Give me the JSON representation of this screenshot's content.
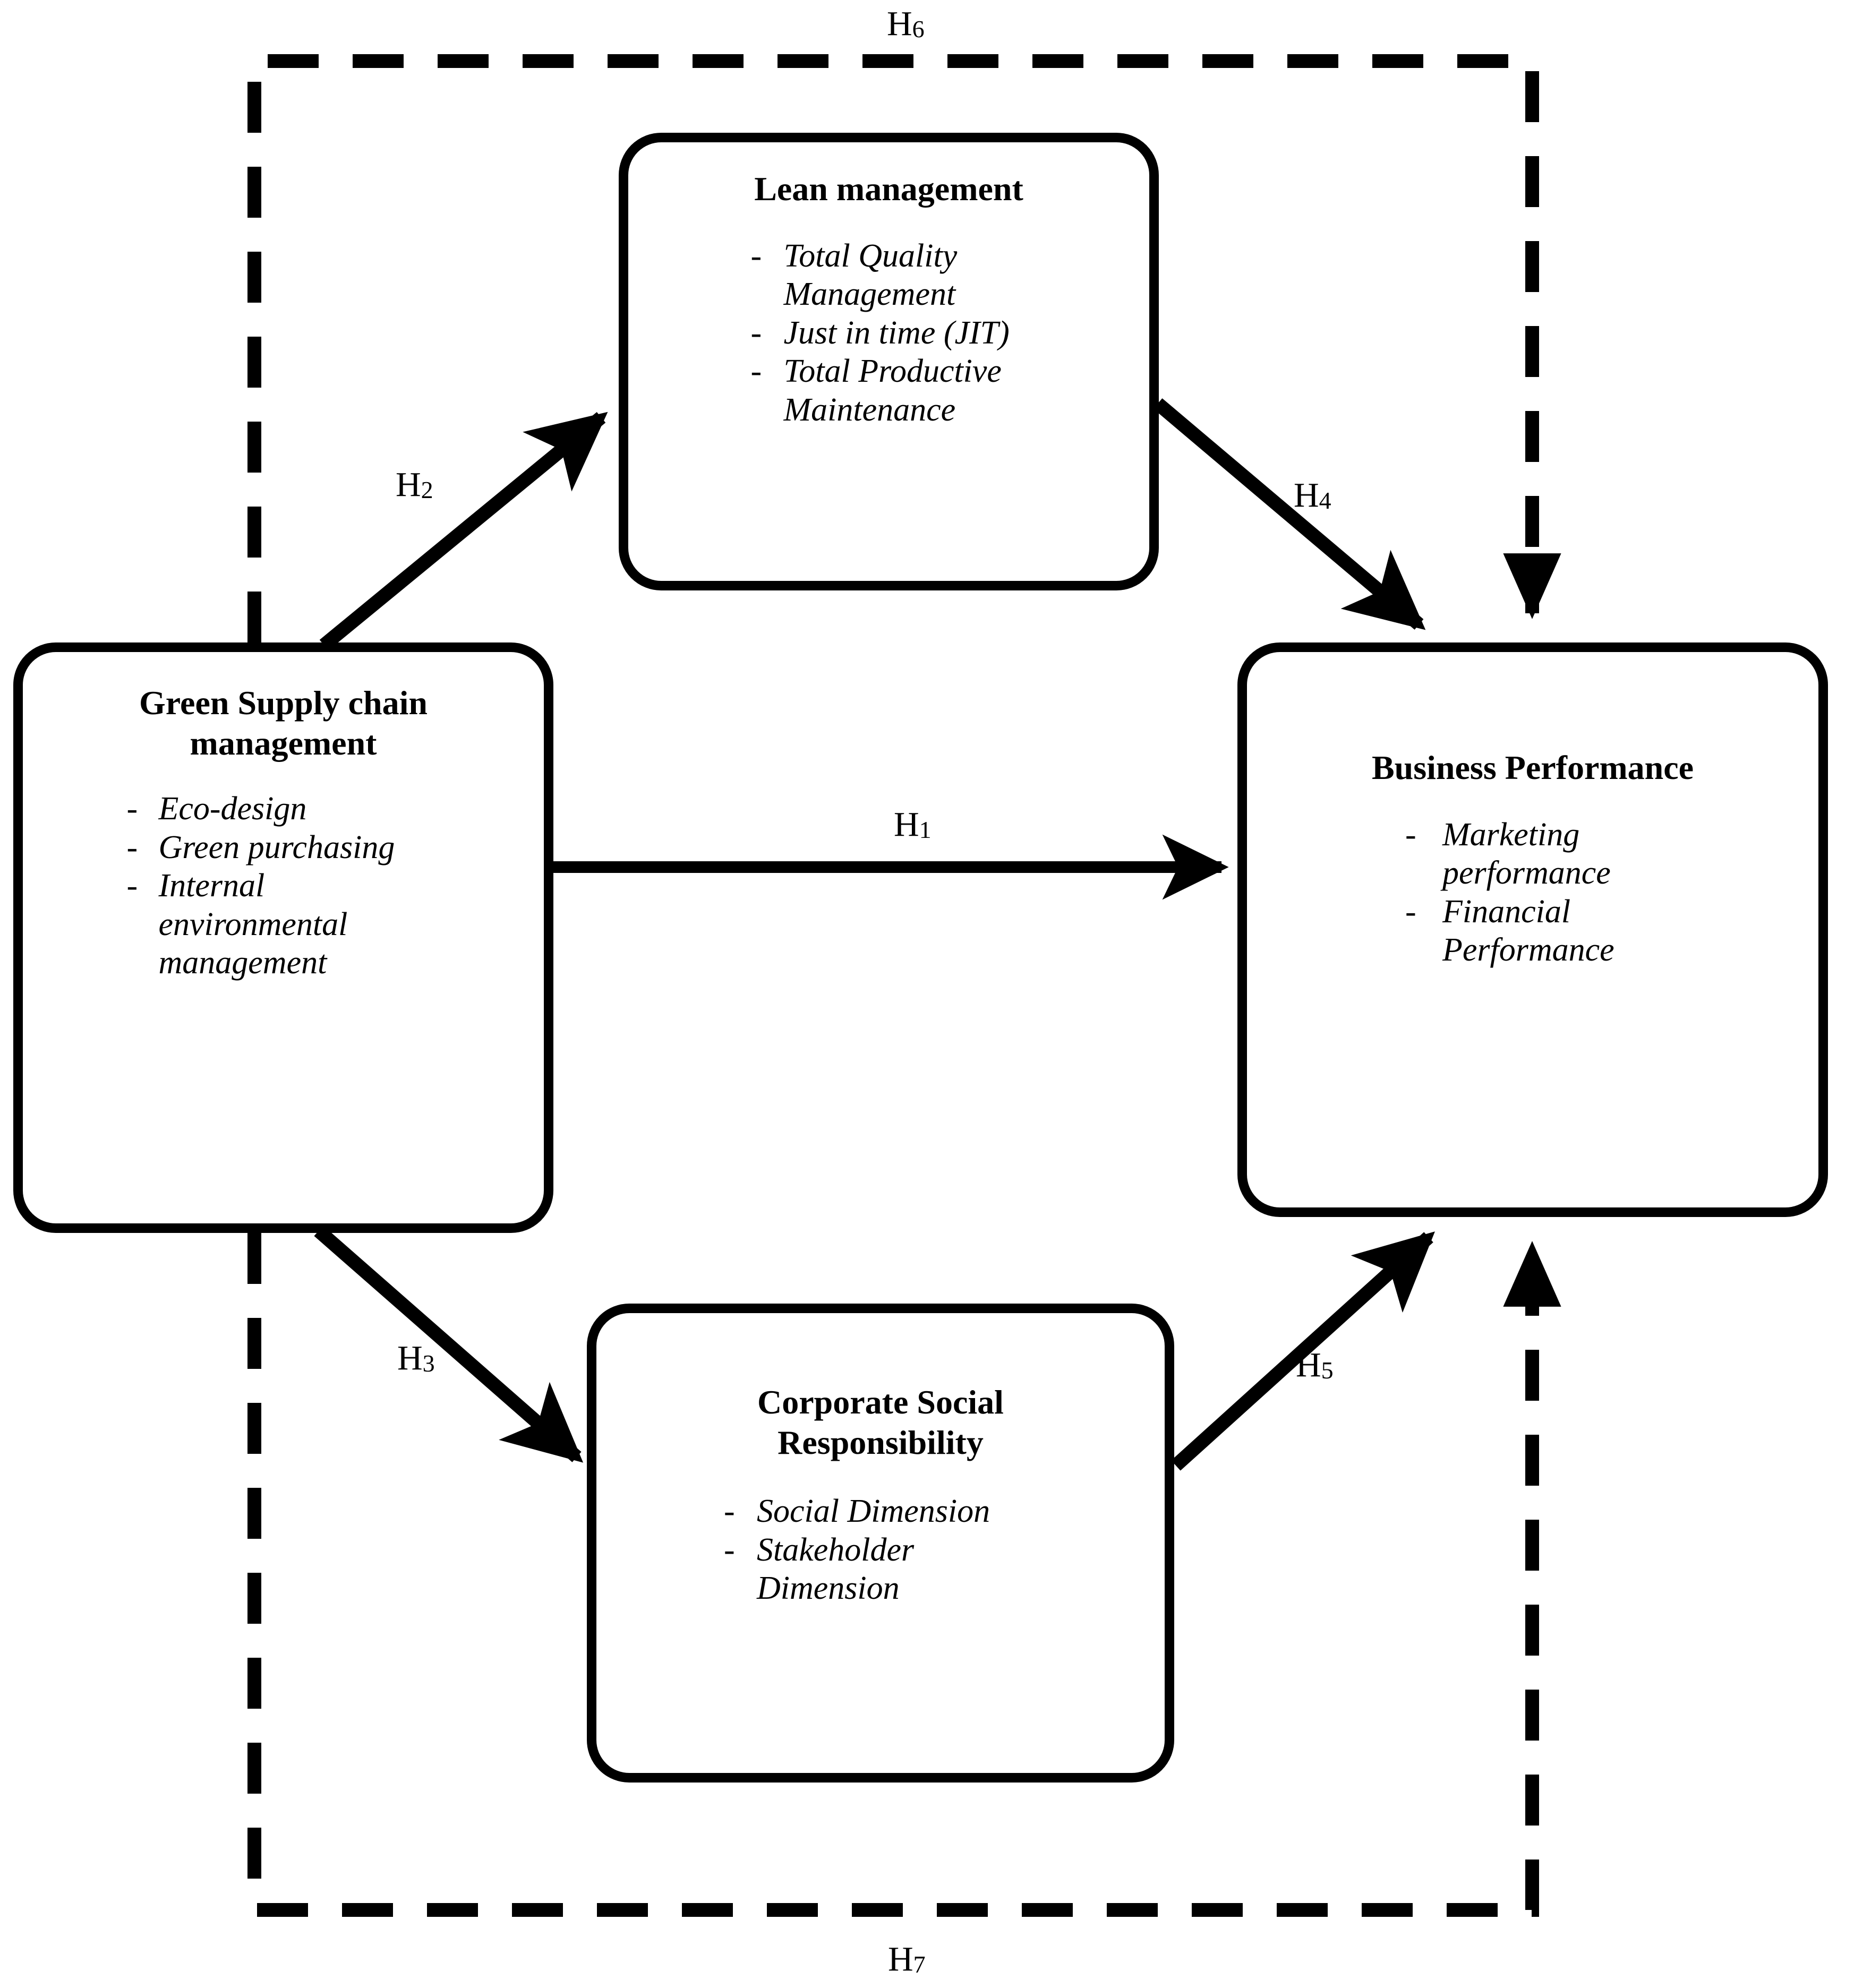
{
  "diagram": {
    "type": "conceptual-framework",
    "ink_color": "#000000",
    "background_color": "#ffffff",
    "nodes": [
      {
        "id": "lean-management",
        "title": "Lean management",
        "items": [
          "Total Quality Management",
          "Just in time (JIT)",
          "Total Productive Maintenance"
        ],
        "bullet": "-"
      },
      {
        "id": "green-supply-chain-management",
        "title": "Green Supply chain management",
        "items": [
          "Eco-design",
          "Green purchasing",
          "Internal environmental management"
        ],
        "bullet": "-"
      },
      {
        "id": "business-performance",
        "title": "Business Performance",
        "items": [
          "Marketing performance",
          "Financial Performance"
        ],
        "bullet": "-"
      },
      {
        "id": "corporate-social-responsibility",
        "title": "Corporate Social Responsibility",
        "items": [
          "Social Dimension",
          "Stakeholder Dimension"
        ],
        "bullet": "-"
      }
    ],
    "hypotheses": [
      {
        "id": "H1",
        "prefix": "H",
        "index": "1",
        "from": "green-supply-chain-management",
        "to": "business-performance",
        "style": "solid"
      },
      {
        "id": "H2",
        "prefix": "H",
        "index": "2",
        "from": "green-supply-chain-management",
        "to": "lean-management",
        "style": "solid"
      },
      {
        "id": "H3",
        "prefix": "H",
        "index": "3",
        "from": "green-supply-chain-management",
        "to": "corporate-social-responsibility",
        "style": "solid"
      },
      {
        "id": "H4",
        "prefix": "H",
        "index": "4",
        "from": "lean-management",
        "to": "business-performance",
        "style": "solid"
      },
      {
        "id": "H5",
        "prefix": "H",
        "index": "5",
        "from": "corporate-social-responsibility",
        "to": "business-performance",
        "style": "solid"
      },
      {
        "id": "H6",
        "prefix": "H",
        "index": "6",
        "from": "green-supply-chain-management",
        "to": "business-performance",
        "style": "dashed",
        "route": "top"
      },
      {
        "id": "H7",
        "prefix": "H",
        "index": "7",
        "from": "green-supply-chain-management",
        "to": "business-performance",
        "style": "dashed",
        "route": "bottom"
      }
    ]
  }
}
